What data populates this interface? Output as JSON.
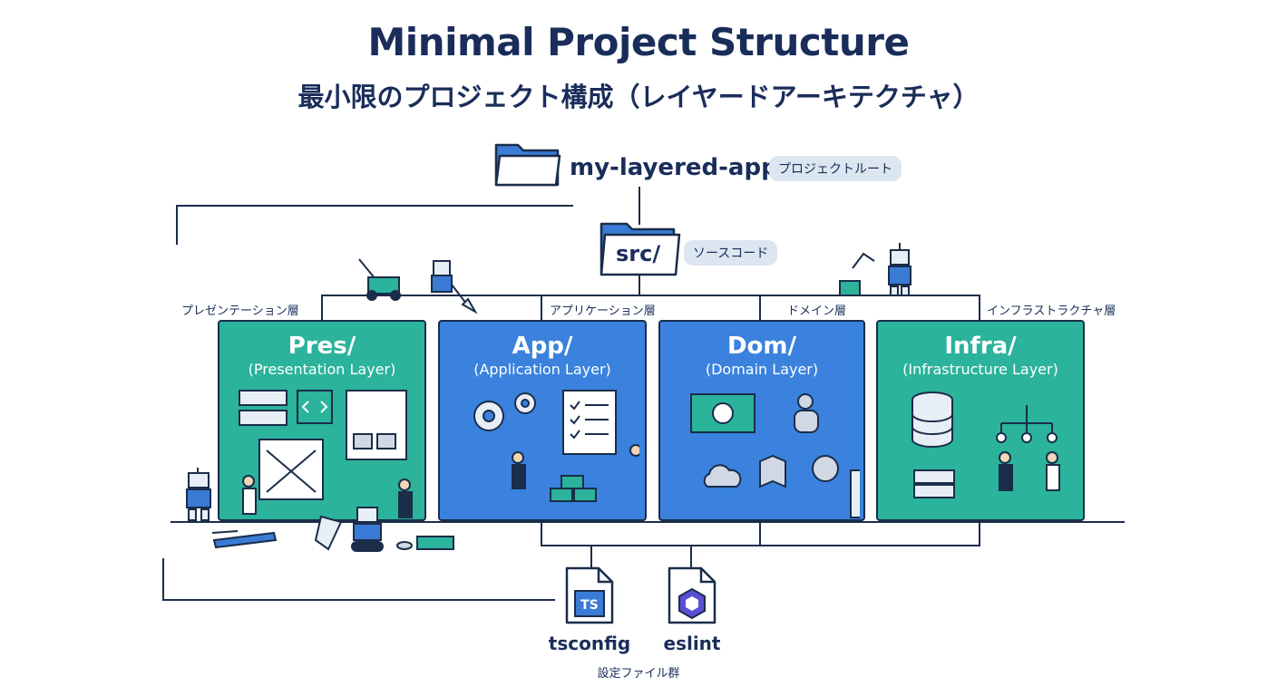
{
  "title": "Minimal Project Structure",
  "subtitle": "最小限のプロジェクト構成（レイヤードアーキテクチャ）",
  "root": {
    "name": "my-layered-app/",
    "tag": "プロジェクトルート"
  },
  "src": {
    "name": "src/",
    "tag": "ソースコード"
  },
  "layers": [
    {
      "label": "プレゼンテーション層",
      "title": "Pres/",
      "subtitle": "(Presentation Layer)",
      "color": "#2bb39b"
    },
    {
      "label": "アプリケーション層",
      "title": "App/",
      "subtitle": "(Application Layer)",
      "color": "#3a82dd"
    },
    {
      "label": "ドメイン層",
      "title": "Dom/",
      "subtitle": "(Domain Layer)",
      "color": "#3a82dd"
    },
    {
      "label": "インフラストラクチャ層",
      "title": "Infra/",
      "subtitle": "(Infrastructure Layer)",
      "color": "#2bb39b"
    }
  ],
  "config_files": [
    {
      "name": "tsconfig",
      "badge": "TS",
      "icon": "typescript-file-icon"
    },
    {
      "name": "eslint",
      "badge": "",
      "icon": "eslint-file-icon"
    }
  ],
  "config_group_label": "設定ファイル群",
  "icons": [
    "folder-icon",
    "ui-widget-icon",
    "code-icon",
    "wireframe-icon",
    "gear-icon",
    "checklist-icon",
    "money-icon",
    "users-icon",
    "cloud-icon",
    "database-icon",
    "server-icon",
    "network-icon",
    "robot-icon",
    "person-icon",
    "wrench-icon",
    "ruler-icon",
    "lawnmower-icon",
    "shovel-icon",
    "bucket-icon",
    "blocks-icon"
  ]
}
